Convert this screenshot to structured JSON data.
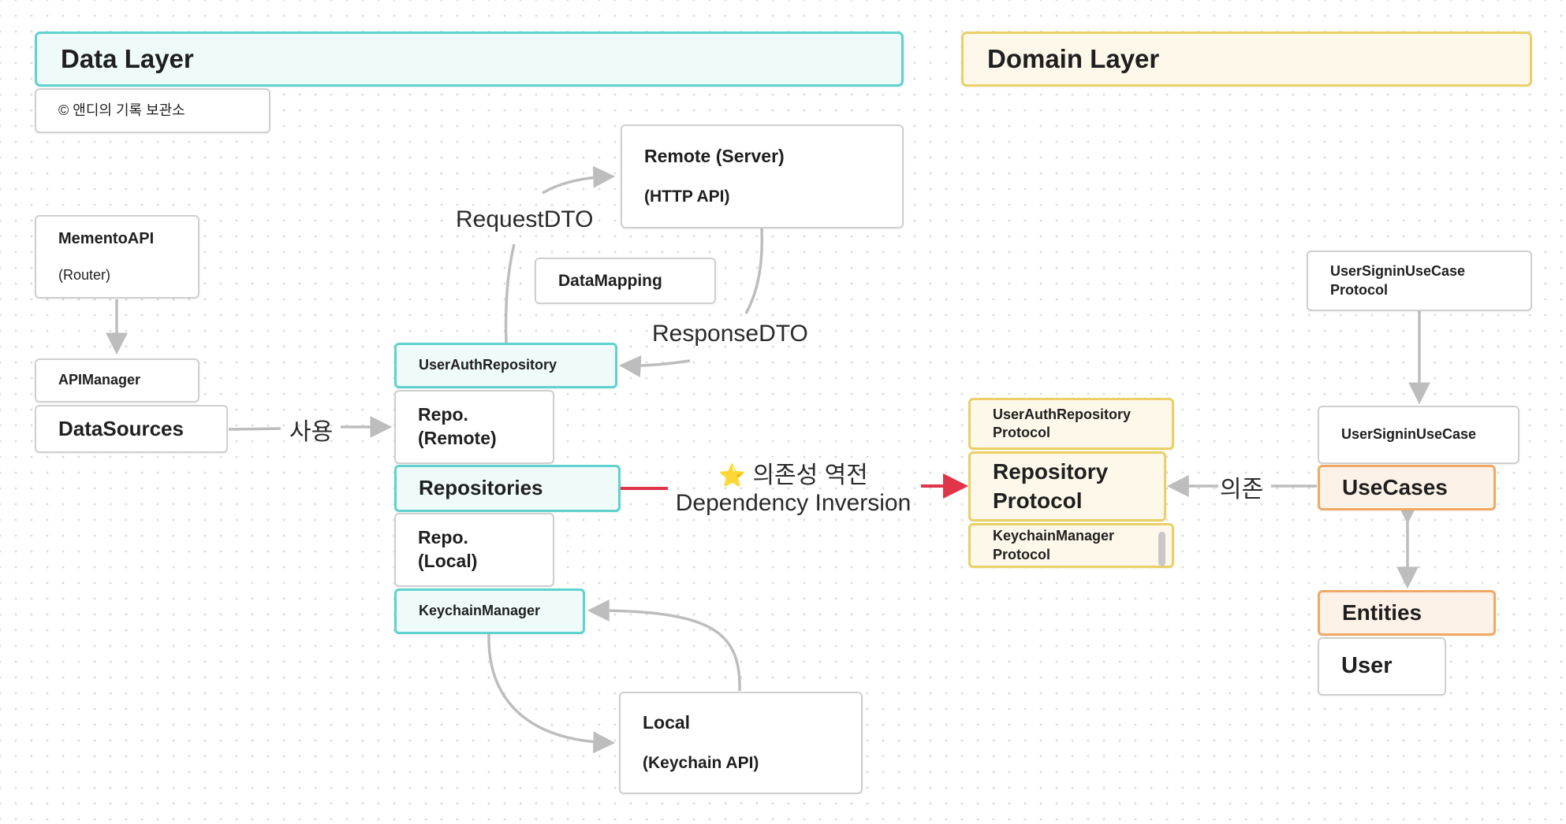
{
  "headers": {
    "data_layer": "Data Layer",
    "domain_layer": "Domain Layer"
  },
  "copyright": "© 앤디의 기록 보관소",
  "nodes": {
    "memento_api": "MementoAPI",
    "memento_api_sub": "(Router)",
    "api_manager": "APIManager",
    "data_sources": "DataSources",
    "remote_server": "Remote (Server)",
    "remote_server_sub": "(HTTP API)",
    "data_mapping": "DataMapping",
    "user_auth_repository": "UserAuthRepository",
    "repo_remote_1": "Repo.",
    "repo_remote_2": "(Remote)",
    "repositories": "Repositories",
    "repo_local_1": "Repo.",
    "repo_local_2": "(Local)",
    "keychain_manager": "KeychainManager",
    "local": "Local",
    "local_sub": "(Keychain API)",
    "user_auth_repository_protocol_1": "UserAuthRepository",
    "user_auth_repository_protocol_2": "Protocol",
    "repository_protocol_1": "Repository",
    "repository_protocol_2": "Protocol",
    "keychain_manager_protocol_1": "KeychainManager",
    "keychain_manager_protocol_2": "Protocol",
    "user_signin_usecase_protocol_1": "UserSigninUseCase",
    "user_signin_usecase_protocol_2": "Protocol",
    "user_signin_usecase": "UserSigninUseCase",
    "usecases": "UseCases",
    "entities": "Entities",
    "user": "User"
  },
  "edge_labels": {
    "uses": "사용",
    "request_dto": "RequestDTO",
    "response_dto": "ResponseDTO",
    "dependency_inversion_star": "⭐",
    "dependency_inversion_ko": "의존성 역전",
    "dependency_inversion_en": "Dependency Inversion",
    "depends": "의존"
  },
  "colors": {
    "data_layer_accent": "#5fd2cf",
    "domain_layer_accent": "#ead066",
    "usecase_accent": "#f1a865",
    "arrow_gray": "#bdbdbd",
    "arrow_red": "#e0344a"
  }
}
